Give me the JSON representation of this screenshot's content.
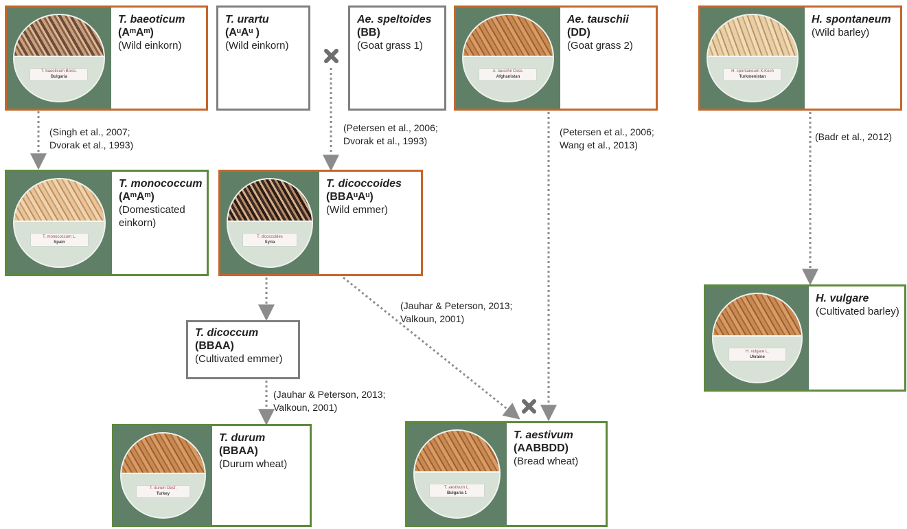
{
  "nodes": {
    "baeoticum": {
      "name": "T. baeoticum",
      "genome": "(AᵐAᵐ)",
      "common": "(Wild einkorn)",
      "dish_label": "T. baeoticum Boiss.",
      "dish_origin": "Bulgaria"
    },
    "urartu": {
      "name": "T. urartu",
      "genome": "(AᵘAᵘ )",
      "common": "(Wild einkorn)"
    },
    "speltoides": {
      "name": "Ae. speltoides",
      "genome": "(BB)",
      "common": "(Goat grass 1)"
    },
    "tauschii": {
      "name": "Ae. tauschii",
      "genome": "(DD)",
      "common": "(Goat grass 2)",
      "dish_label": "A. tauschii Coss.",
      "dish_origin": "Afghanistan"
    },
    "spontaneum": {
      "name": "H. spontaneum",
      "common": "(Wild barley)",
      "dish_label": "H. spontaneum K.Koch",
      "dish_origin": "Turkmenistan"
    },
    "monococcum": {
      "name": "T. monococcum",
      "genome": "(AᵐAᵐ)",
      "common": "(Domesticated einkorn)",
      "dish_label": "T. monococcum L.",
      "dish_origin": "Spain"
    },
    "dicoccoides": {
      "name": "T. dicoccoides",
      "genome": "(BBAᵘAᵘ)",
      "common": "(Wild emmer)",
      "dish_label": "T. dicoccoides",
      "dish_origin": "Syria"
    },
    "vulgare": {
      "name": "H. vulgare",
      "common": "(Cultivated barley)",
      "dish_label": "H. vulgare L.",
      "dish_origin": "Ukraine"
    },
    "dicoccum": {
      "name": "T. dicoccum",
      "genome": "(BBAA)",
      "common": "(Cultivated emmer)"
    },
    "durum": {
      "name": "T. durum",
      "genome": "(BBAA)",
      "common": "(Durum wheat)",
      "dish_label": "T. durum Desf.",
      "dish_origin": "Turkey"
    },
    "aestivum": {
      "name": "T. aestivum",
      "genome": "(AABBDD)",
      "common": "(Bread wheat)",
      "dish_label": "T. aestivum L.",
      "dish_origin": "Bulgaria 1"
    }
  },
  "citations": {
    "singh": [
      "(Singh et al., 2007;",
      "Dvorak et al., 1993)"
    ],
    "petersen_dvorak": [
      "(Petersen et al., 2006;",
      "Dvorak et al., 1993)"
    ],
    "petersen_wang": [
      "(Petersen et al., 2006;",
      "Wang et al., 2013)"
    ],
    "badr": [
      "(Badr et al., 2012)"
    ],
    "jauhar_a": [
      "(Jauhar & Peterson, 2013;",
      "Valkoun, 2001)"
    ],
    "jauhar_b": [
      "(Jauhar & Peterson, 2013;",
      "Valkoun, 2001)"
    ]
  },
  "colors": {
    "wild_border": "#c5662a",
    "domesticated_border": "#5d8a3b",
    "ancestor_border": "#7f7f7f",
    "arrow": "#8c8c8c",
    "cross": "#6e6e6e"
  }
}
